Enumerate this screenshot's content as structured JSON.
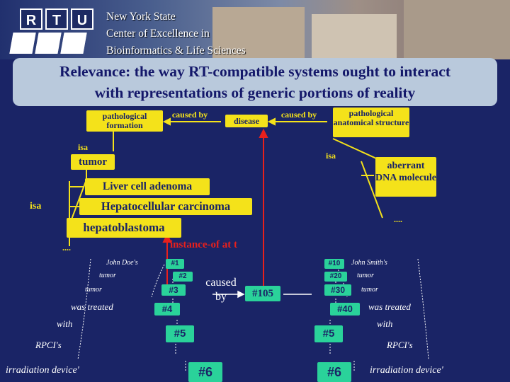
{
  "header": {
    "logo_letters": [
      "R",
      "T",
      "U"
    ],
    "center_lines": [
      "New York State",
      "Center of Excellence in",
      "Bioinformatics & Life Sciences"
    ]
  },
  "title": {
    "line1": "Relevance: the way RT-compatible systems ought to interact",
    "line2": "with representations of generic portions of reality"
  },
  "generic": {
    "pathological_formation": "pathological formation",
    "caused_by_left": "caused by",
    "disease": "disease",
    "caused_by_right": "caused by",
    "pathological_anatomical_structure": "pathological anatomical structure",
    "isa_top": "isa",
    "tumor": "tumor",
    "liver_cell_adenoma": "Liver cell adenoma",
    "hepatocellular_carcinoma": "Hepatocellular carcinoma",
    "hepatoblastoma": "hepatoblastoma",
    "isa_left": "isa",
    "ellipsis_left": "....",
    "isa_right": "isa",
    "aberrant_dna": "aberrant DNA molecule",
    "ellipsis_right": "...."
  },
  "instance_label": "instance-of at t",
  "particulars": {
    "left": {
      "john_doe": "John Doe's",
      "tumor": "tumor",
      "tumor2": "tumor",
      "was_treated": "was treated",
      "with": "with",
      "rpci": "RPCI's",
      "irradiation_device": "irradiation device'",
      "ids": [
        "#1",
        "#2",
        "#3",
        "#4",
        "#5",
        "#6"
      ]
    },
    "right": {
      "john_smith": "John Smith's",
      "tumor": "tumor",
      "tumor2": "tumor",
      "was_treated": "was treated",
      "with": "with",
      "rpci": "RPCI's",
      "irradiation_device": "irradiation device'",
      "ids": [
        "#10",
        "#20",
        "#30",
        "#40",
        "#5",
        "#6"
      ]
    },
    "caused_by": "caused by",
    "disease_instance": "#105"
  },
  "colors": {
    "background": "#1a2466",
    "title_box": "#b9c9dc",
    "title_text": "#14186a",
    "yellow": "#f4e21a",
    "green": "#2ad29a",
    "red_text": "#e8201c"
  }
}
